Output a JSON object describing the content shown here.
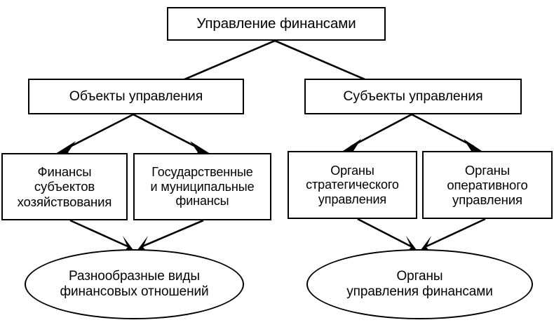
{
  "diagram": {
    "title": "Управление финансами",
    "type": "hierarchy-tree",
    "background_color": "#ffffff",
    "line_color": "#000000",
    "text_color": "#000000",
    "nodes": {
      "root": {
        "label": "Управление финансами",
        "shape": "rectangle",
        "level": 1
      },
      "objects": {
        "label": "Объекты управления",
        "shape": "rectangle",
        "level": 2
      },
      "subjects": {
        "label": "Субъекты управления",
        "shape": "rectangle",
        "level": 2
      },
      "fin_subj": {
        "label": "Финансы\nсубъектов\nхозяйствования",
        "shape": "rectangle",
        "level": 3
      },
      "gos_mun": {
        "label": "Государственные\nи муниципальные\nфинансы",
        "shape": "rectangle",
        "level": 3
      },
      "strateg": {
        "label": "Органы\nстратегического\nуправления",
        "shape": "rectangle",
        "level": 3
      },
      "operativ": {
        "label": "Органы\nоперативного\nуправления",
        "shape": "rectangle",
        "level": 3
      },
      "raznoobr": {
        "label": "Разнообразные виды\nфинансовых отношений",
        "shape": "ellipse",
        "level": 4
      },
      "organy": {
        "label": "Органы\nуправления финансами",
        "shape": "ellipse",
        "level": 4
      }
    },
    "edges": [
      {
        "from": "root",
        "to": "objects",
        "arrow": "triangle"
      },
      {
        "from": "root",
        "to": "subjects",
        "arrow": "triangle"
      },
      {
        "from": "objects",
        "to": "fin_subj",
        "arrow": "triangle"
      },
      {
        "from": "objects",
        "to": "gos_mun",
        "arrow": "triangle"
      },
      {
        "from": "subjects",
        "to": "strateg",
        "arrow": "triangle"
      },
      {
        "from": "subjects",
        "to": "operativ",
        "arrow": "triangle"
      },
      {
        "from": "fin_subj",
        "to": "raznoobr",
        "arrow": "triangle"
      },
      {
        "from": "gos_mun",
        "to": "raznoobr",
        "arrow": "triangle"
      },
      {
        "from": "strateg",
        "to": "organy",
        "arrow": "triangle"
      },
      {
        "from": "operativ",
        "to": "organy",
        "arrow": "triangle"
      }
    ]
  }
}
